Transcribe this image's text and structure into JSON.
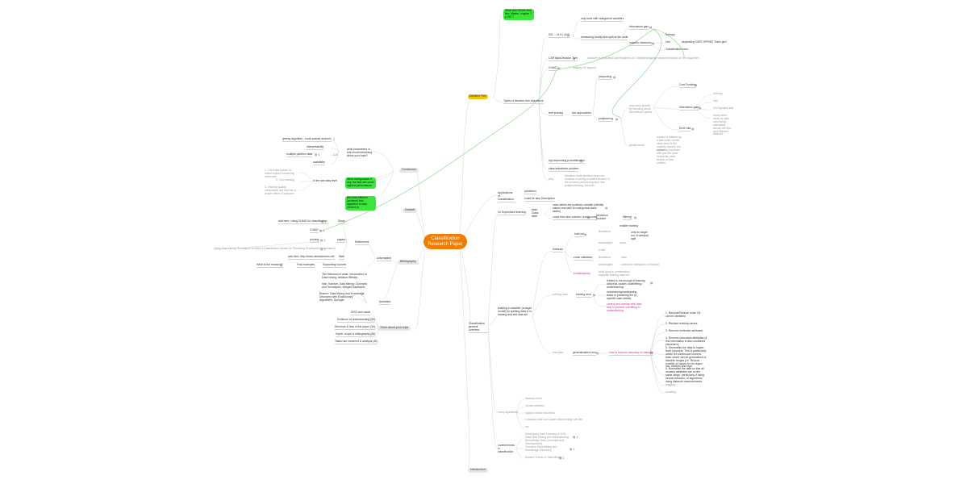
{
  "center": {
    "line1": "Classification",
    "line2": "Research Paper"
  },
  "branches": {
    "decision_tree": "Decision Tree",
    "conclusion": "Conclusion",
    "dataset": "Dataset",
    "bibliography": "Bibliography",
    "think": "Think about your topic",
    "applications": "Applications of Classification",
    "classification_general": "Classification general overview",
    "introduction": "Introduction"
  },
  "dt": {
    "green_book": "What your theme look like: Master, chapter 7 p.287 ?",
    "types": "Types of decision tree algorithms",
    "id3": "ID3 ... c4.5 | c5.0",
    "only_cat": "only work with categorical variables",
    "measure_split": "measuring locally best split at the node",
    "info_gain": "information gain",
    "majority_measure": "majority measures",
    "entropy": "Entropy",
    "gini": "Gini",
    "misclass": "Classification error",
    "gini_note": "depending CART SPRINT Trabs gini!",
    "cart": "CARTapioDecision Tree",
    "cart_note": "consider in evaluation combinations of 2 variables",
    "cart_note2": "majority measures/based on Gini algorithm",
    "chaid": "CHAID",
    "chaid_note": "majority for support",
    "pruning": "tree pruning",
    "two_approaches": "two approaches",
    "prepruning": "prepruning",
    "postpruning": "postpruning",
    "cost_fn": "Cost Function",
    "info_gain2": "information gain",
    "entropy2": "Entropy",
    "gini2": "Gini",
    "chi": "Chi Squared test",
    "more_info": "many other ideas as gain ratio being calculated across the tree and different data set",
    "error_rate": "Error rate",
    "stop_growth": "stop early growth by deciding about theoretical it grows",
    "replace_subtree": "replace a subtree by a leaf node, whose class label is the majority class in the subset",
    "partial_errors": "partial errors",
    "replace_branch": "replacing a subtree with just the most frequently used branch of that subtree",
    "hyp_ass": "hyp depending probabilization",
    "class_imb": "class imbalance problem",
    "why": "why",
    "why_note": "Decision trade decision trees are unusual in having a small scenario of the process, prepruning also, like postprocessing, but both"
  },
  "concl": {
    "greedy": "greedy algorithm - local optimal decision",
    "interp": "interpretability",
    "multi": "multiple partition data",
    "scal": "scalability",
    "question": "what parameters in this result interesting about your topic?",
    "green1": "What configuration if any, the last can serve highest performance",
    "green2": "the most efficient (achieve) find algorithm in data clusters in",
    "last_detail": "in the last data level",
    "c_one": "1. The trade-space, to reflect further in learning other sets",
    "c_two": "2. Over training",
    "c_three": "3. Training quality, compilation are trait has a proper effect of outcome"
  },
  "ds": {
    "study": "Study",
    "study_link": "add here: Using CHAID for classification",
    "chaid": "CHAID",
    "paper": "paper",
    "pruning": "pruning",
    "papers": "papers",
    "long_title": "Using Data Mining Techniques to Build a Classification Model for Predicting Employees Performance",
    "references": "References",
    "web": "Web",
    "web_link": "add here: http://www.decisiontrees.net",
    "unformatted": "unformatted",
    "first_ex": "First examples",
    "what_res": "What is the research?",
    "supporting": "Supporting sources",
    "formatted": "formatted",
    "bib1": "Tan Steinbach Kumar: Introduction to Data mining, Addison-Wesley",
    "bib2": "Han, Kamber, Data Mining: Concepts and Techniques, Morgan Kaufmann",
    "bib3": "Bramer: Data Mining and Knowledge Discovery with Evolutionary Algorithms, Springer"
  },
  "think": {
    "t1": "KISS and visual",
    "t2": "Evidence of understanding (80)",
    "t3": "Structure & flow of the paper (30)",
    "t4": "Depth: scope & bibliography (80)",
    "t5": "Tasks use comment & analysis (40)"
  },
  "apps": {
    "predict": "prediction",
    "describe": "could be also Description"
  },
  "gen": {
    "supervised": "Vs Supervised learning",
    "base_class": "base Class label",
    "base_note": "class labels are symbolic variable (identify values and take on categorical class labels)",
    "numeric": "could then also numeric (continuous)",
    "prediction": "prediction problem",
    "filtering": "filtering",
    "building": "building a classifier (a target model) by splitting data in to training and test data set",
    "methods": "methods",
    "holdout": "hold out",
    "limitations": "limitations",
    "smaller": "smaller training",
    "only_once": "only an single run of unequal split",
    "advantages": "advantages",
    "quick": "quick",
    "cross": "cross validation",
    "k_fold": "k-fold",
    "limitations2": "limitations",
    "slow": "slow",
    "advantages2": "advantages",
    "overcome": "overcome limitations of holdout",
    "bootstrap": "bootstrapping",
    "bootstrap_note": "build good in combination, replicate training data set",
    "training": "training data",
    "training_error": "training error",
    "te1": "if there is not enough of training data that causes underfitting / underlearning",
    "te2": "overlearning/overtraining leads to predicting the specific case details",
    "te3": "control and overlap with data sets to prevent overfitting in underlearning",
    "test_data": "test data",
    "gen_error": "generalization error",
    "how_to": "how to improve accuracy of classifier",
    "i1": "1. Remove/Reduce noise if it can be identified",
    "i2": "2. Replace missing values",
    "i3": "3. Remove irrelevant attributes",
    "i4": "4. Remove redundant attributes (if this information is also contained elsewhere)",
    "i5": "5. Generalise the data to higher-level concepts. This is particularly useful for continuous numeric data, which can be generalised to discrete ranges (i.e. Reduce number of values for an region low, medium and high",
    "i6": "6. Normalise the data so that all numeric attributes are on the same range, particularly if using neural networks, or algorithms using distance measurements",
    "bagging": "bagging",
    "boosting": "boosting",
    "many_alg": "many algorithms",
    "alg1": "decision trees",
    "alg2": "neural networks",
    "alg3": "support vector machines",
    "alg4": "k-nearest (with rule-based discovering) rule-like",
    "alg5": "etc",
    "current": "current trends in classification",
    "trend1": "Developing Data Learning in CS6-Data Data Mining and Warehousing (Knowledge Data Concepts and Development)",
    "trend2": "Trends in Data Mining and Knowledge Discovery",
    "trend3": "Modern Trends in Data Mining"
  },
  "colors": {
    "center": "#f07d00",
    "orange": "#f5c400",
    "green": "#39e639",
    "line": "#d3d3d3",
    "green_line": "#7ed67e"
  }
}
